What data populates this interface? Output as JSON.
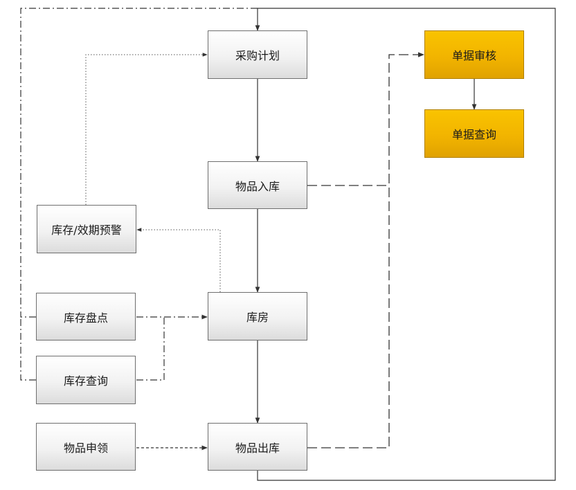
{
  "nodes": {
    "purchase_plan": "采购计划",
    "goods_in": "物品入库",
    "warehouse": "库房",
    "goods_out": "物品出库",
    "stock_alert": "库存/效期预警",
    "stock_count": "库存盘点",
    "stock_query": "库存查询",
    "goods_apply": "物品申领",
    "doc_audit": "单据审核",
    "doc_query": "单据查询"
  },
  "colors": {
    "box_border": "#6e6e6e",
    "highlight_fill": "#f2b400",
    "line": "#333333"
  }
}
